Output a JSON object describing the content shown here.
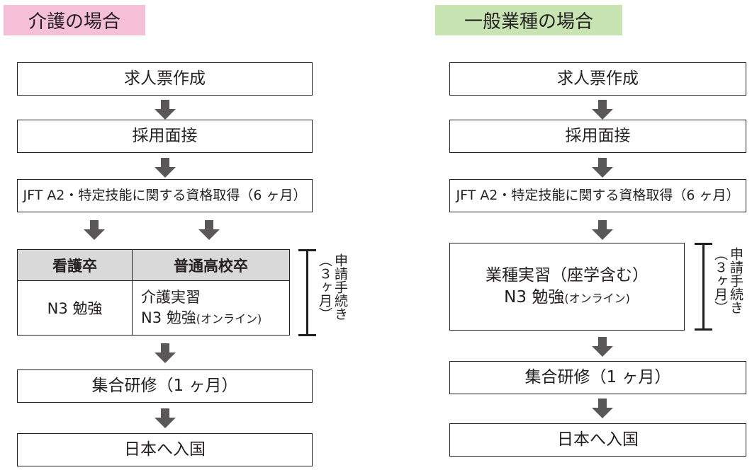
{
  "colors": {
    "kaigo_title_bg": "#f5bfd7",
    "general_title_bg": "#c8e4b2",
    "table_header_bg": "#d9d9d9",
    "arrow": "#595757"
  },
  "kaigo": {
    "title": "介護の場合",
    "steps": [
      "求人票作成",
      "採用面接",
      "JFT A2・特定技能に関する資格取得（6 ヶ月）"
    ],
    "table": {
      "headers": [
        "看護卒",
        "普通高校卒"
      ],
      "col1": "N3 勉強",
      "col2_line1": "介護実習",
      "col2_line2": "N3 勉強",
      "col2_paren": "(オンライン)"
    },
    "bracket": {
      "line1": "申請手続き",
      "line2": "（３ヶ月）"
    },
    "after": [
      "集合研修（1 ヶ月）",
      "日本へ入国"
    ]
  },
  "general": {
    "title": "一般業種の場合",
    "steps": [
      "求人票作成",
      "採用面接",
      "JFT A2・特定技能に関する資格取得（6 ヶ月）"
    ],
    "training_line1": "業種実習（座学含む）",
    "training_line2": "N3 勉強",
    "training_paren": "(オンライン)",
    "bracket": {
      "line1": "申請手続き",
      "line2": "（３ヶ月）"
    },
    "after": [
      "集合研修（1 ヶ月）",
      "日本へ入国"
    ]
  }
}
